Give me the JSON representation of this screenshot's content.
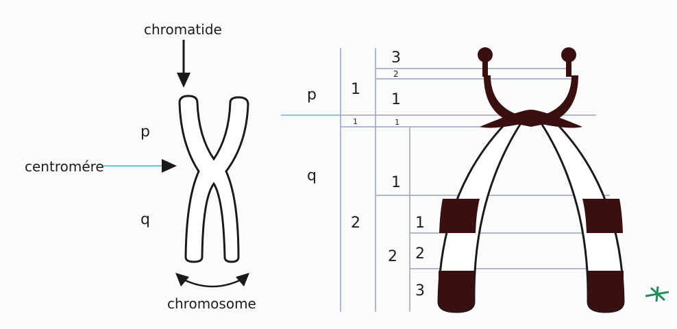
{
  "left_diagram": {
    "chromatide_label": "chromatide",
    "p_label": "p",
    "centromere_label": "centromére",
    "q_label": "q",
    "chromosome_label": "chromosome"
  },
  "right_diagram": {
    "arm_p_label": "p",
    "arm_q_label": "q",
    "bands": {
      "p_region": "1",
      "p_region_1": "1",
      "p_band_3": "3",
      "p_band_2": "2",
      "p_band_1": "1",
      "cen_p_region": "1",
      "cen_q_band": "1",
      "q_region": "2",
      "q_band_1": "1",
      "q_sub_region": "2",
      "q_sub_1": "1",
      "q_sub_2": "2",
      "q_sub_3": "3"
    }
  },
  "colors": {
    "chromosome_fill": "#3a0f0f",
    "outline": "#1a1a1a",
    "guide_line": "#9aa3c0",
    "pointer": "#6ec6d8",
    "logo": "#1f8f5a"
  },
  "icons": [
    "down-arrow-icon",
    "right-arrow-icon",
    "curved-double-arrow-icon",
    "star-logo-icon"
  ]
}
